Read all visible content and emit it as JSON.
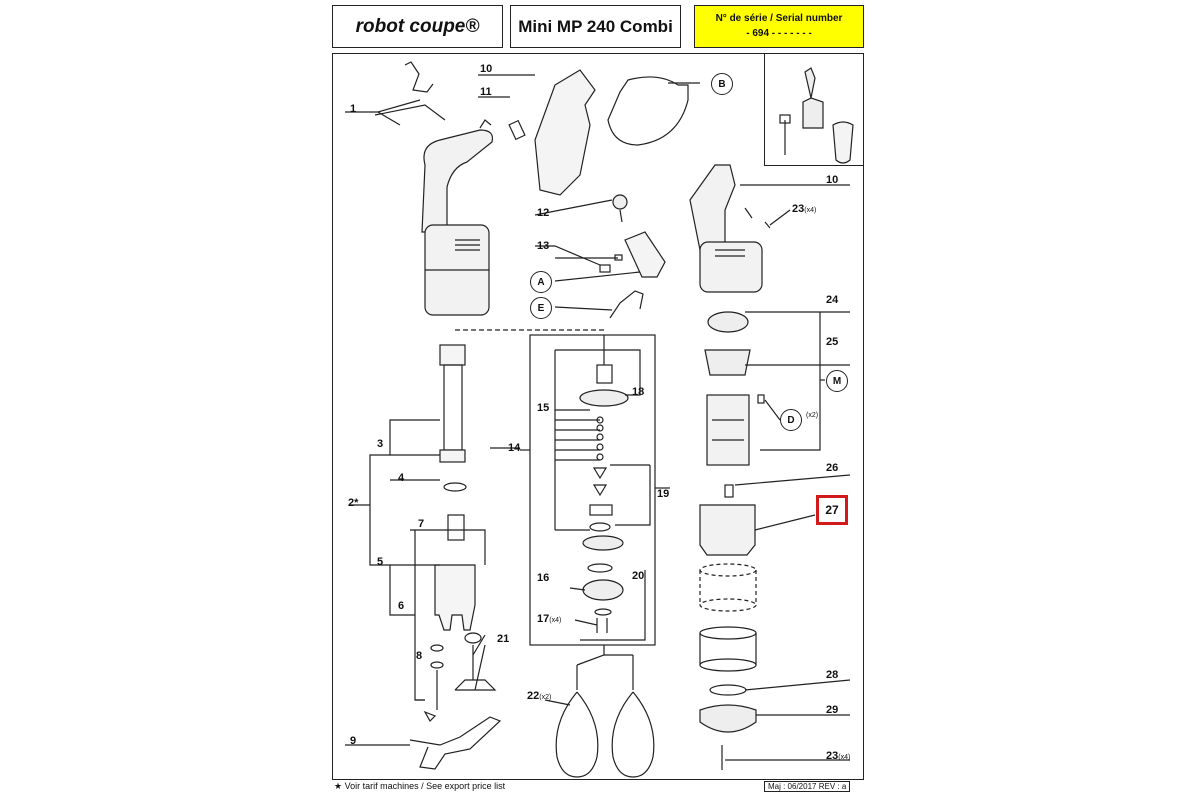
{
  "header": {
    "brand": "robot coupe®",
    "title": "Mini MP 240 Combi",
    "serial_label": "N° de série / Serial number",
    "serial_value": "- 694 - - - - -    - -"
  },
  "callouts": {
    "c1": "1",
    "c2": "2*",
    "c3": "3",
    "c4": "4",
    "c5": "5",
    "c6": "6",
    "c7": "7",
    "c8": "8",
    "c9": "9",
    "c10a": "10",
    "c10b": "10",
    "c11": "11",
    "c12": "12",
    "c13": "13",
    "c14": "14",
    "c15": "15",
    "c16": "16",
    "c17": "17",
    "c17q": "(x4)",
    "c18": "18",
    "c19": "19",
    "c20": "20",
    "c21": "21",
    "c22": "22",
    "c22q": "(x2)",
    "c23a": "23",
    "c23aq": "(x4)",
    "c23b": "23",
    "c23bq": "(x4)",
    "c24": "24",
    "c25": "25",
    "c26": "26",
    "c27": "27",
    "c28": "28",
    "c29": "29",
    "dq": "(x2)"
  },
  "assemblies": {
    "A": "A",
    "B": "B",
    "D": "D",
    "E": "E",
    "M": "M"
  },
  "footer": {
    "note": "★ Voir tarif machines / See export price list",
    "date": "Maj : 06/2017   REV : a"
  }
}
